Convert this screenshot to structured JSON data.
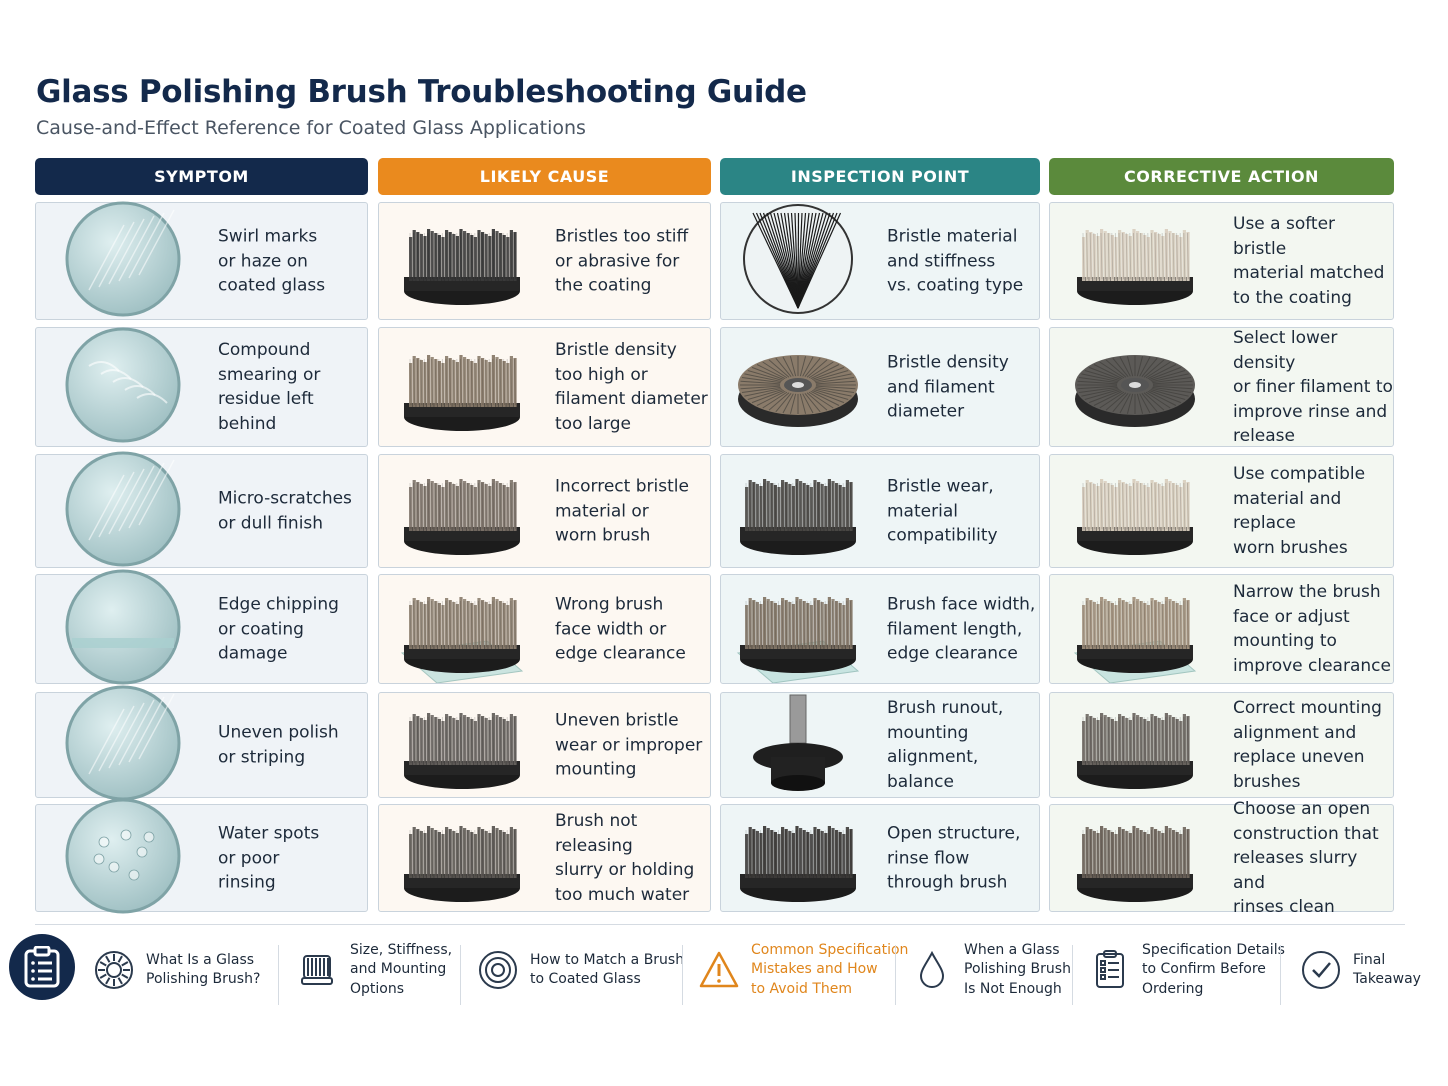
{
  "title": "Glass Polishing Brush Troubleshooting Guide",
  "subtitle": "Cause-and-Effect Reference for Coated Glass Applications",
  "colors": {
    "symptom": "#13294b",
    "cause": "#ea8a1e",
    "inspection": "#2b8585",
    "action": "#5b8a3c"
  },
  "headers": [
    "SYMPTOM",
    "LIKELY CAUSE",
    "INSPECTION POINT",
    "CORRECTIVE ACTION"
  ],
  "rows": [
    {
      "symptom": [
        "Swirl marks",
        "or haze on",
        "coated glass"
      ],
      "cause": [
        "Bristles too stiff",
        "or abrasive for",
        "the coating"
      ],
      "inspection": [
        "Bristle material",
        "and stiffness",
        "vs. coating type"
      ],
      "action": [
        "Use a softer bristle",
        "material matched",
        "to the coating"
      ]
    },
    {
      "symptom": [
        "Compound",
        "smearing or",
        "residue left",
        "behind"
      ],
      "cause": [
        "Bristle density",
        "too high or",
        "filament diameter",
        "too large"
      ],
      "inspection": [
        "Bristle density",
        "and filament",
        "diameter"
      ],
      "action": [
        "Select lower density",
        "or finer filament to",
        "improve rinse and",
        "release"
      ]
    },
    {
      "symptom": [
        "Micro-scratches",
        "or dull finish"
      ],
      "cause": [
        "Incorrect bristle",
        "material or",
        "worn brush"
      ],
      "inspection": [
        "Bristle wear,",
        "material",
        "compatibility"
      ],
      "action": [
        "Use compatible",
        "material and replace",
        "worn brushes"
      ]
    },
    {
      "symptom": [
        "Edge chipping",
        "or coating",
        "damage"
      ],
      "cause": [
        "Wrong brush",
        "face width or",
        "edge clearance"
      ],
      "inspection": [
        "Brush face width,",
        "filament length,",
        "edge clearance"
      ],
      "action": [
        "Narrow the brush",
        "face or adjust",
        "mounting to",
        "improve clearance"
      ]
    },
    {
      "symptom": [
        "Uneven polish",
        "or striping"
      ],
      "cause": [
        "Uneven bristle",
        "wear or improper",
        "mounting"
      ],
      "inspection": [
        "Brush runout,",
        "mounting",
        "alignment,",
        "balance"
      ],
      "action": [
        "Correct mounting",
        "alignment and",
        "replace uneven",
        "brushes"
      ]
    },
    {
      "symptom": [
        "Water spots",
        "or poor",
        "rinsing"
      ],
      "cause": [
        "Brush not releasing",
        "slurry or holding",
        "too much water"
      ],
      "inspection": [
        "Open structure,",
        "rinse flow",
        "through brush"
      ],
      "action": [
        "Choose an open",
        "construction that",
        "releases slurry and",
        "rinses clean"
      ]
    }
  ],
  "nav": [
    {
      "label": [
        "What Is a Glass",
        "Polishing Brush?"
      ],
      "icon": "brush-face-icon"
    },
    {
      "label": [
        "Size, Stiffness,",
        "and Mounting",
        "Options"
      ],
      "icon": "brush-side-icon"
    },
    {
      "label": [
        "How to Match a Brush",
        "to Coated Glass"
      ],
      "icon": "target-icon"
    },
    {
      "label": [
        "Common Specification",
        "Mistakes and How",
        "to Avoid Them"
      ],
      "icon": "warning-icon"
    },
    {
      "label": [
        "When a Glass",
        "Polishing Brush",
        "Is Not Enough"
      ],
      "icon": "water-drop-icon"
    },
    {
      "label": [
        "Specification Details",
        "to Confirm Before",
        "Ordering"
      ],
      "icon": "checklist-icon"
    },
    {
      "label": [
        "Final",
        "Takeaway"
      ],
      "icon": "check-circle-icon"
    }
  ]
}
